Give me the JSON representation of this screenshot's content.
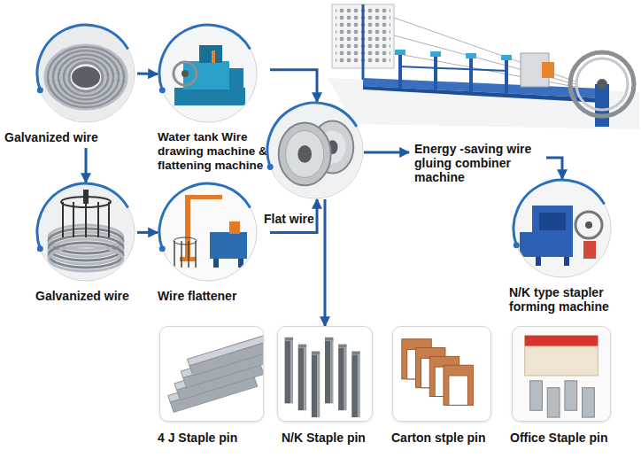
{
  "diagram": {
    "nodes": [
      {
        "text": [
          "Galvanized wire"
        ]
      },
      {
        "text": [
          "Water tank Wire drawing machine & flattening machine"
        ]
      },
      {
        "text": [
          "Flat wire"
        ]
      },
      {
        "text": [
          "Energy -saving wire gluing combiner machine"
        ]
      },
      {
        "text": [
          "Galvanized wire"
        ]
      },
      {
        "text": [
          "Wire flattener"
        ]
      },
      {
        "text": [
          "N/K type stapler forming machine"
        ]
      },
      {
        "text": [
          "4 J Staple pin"
        ]
      },
      {
        "text": [
          "N/K Staple pin"
        ]
      },
      {
        "text": [
          "Carton stple pin"
        ]
      },
      {
        "text": [
          "Office Staple pin"
        ]
      }
    ],
    "edges": [
      {
        "from": 0,
        "to": 1,
        "arrow": "to"
      },
      {
        "from": 0,
        "to": 4,
        "arrow": "to"
      },
      {
        "from": 1,
        "to": 2,
        "arrow": "to"
      },
      {
        "from": 4,
        "to": 5,
        "arrow": "to"
      },
      {
        "from": 5,
        "to": 2,
        "arrow": "to"
      },
      {
        "from": 2,
        "to": 3,
        "arrow": "to"
      },
      {
        "from": 3,
        "to": 6,
        "arrow": "to"
      },
      {
        "from": 2,
        "to": 8,
        "arrow": "to"
      }
    ]
  }
}
